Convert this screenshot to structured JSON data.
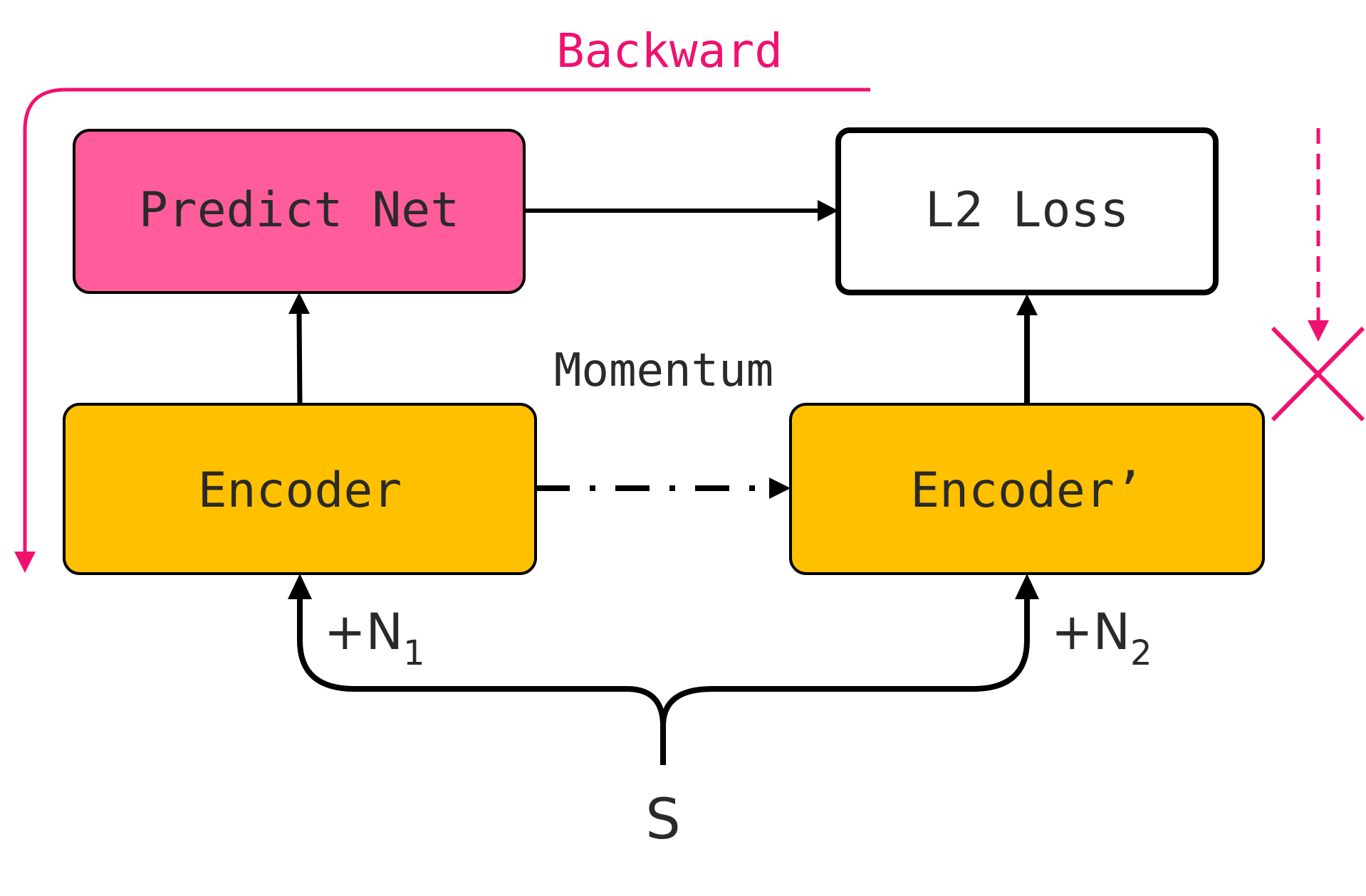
{
  "labels": {
    "backward": "Backward",
    "predict_net": "Predict Net",
    "l2_loss": "L2 Loss",
    "momentum": "Momentum",
    "encoder": "Encoder",
    "encoder_prime": "Encoder’",
    "noise1_prefix": "+N",
    "noise1_sub": "1",
    "noise2_prefix": "+N",
    "noise2_sub": "2",
    "source": "S"
  },
  "colors": {
    "accent_pink": "#f0116e",
    "predict_fill": "#ff5c9b",
    "encoder_fill": "#ffc000",
    "stroke": "#000000",
    "text": "#2a2a2a"
  },
  "icons": {
    "stop_gradient": "cross-icon"
  }
}
